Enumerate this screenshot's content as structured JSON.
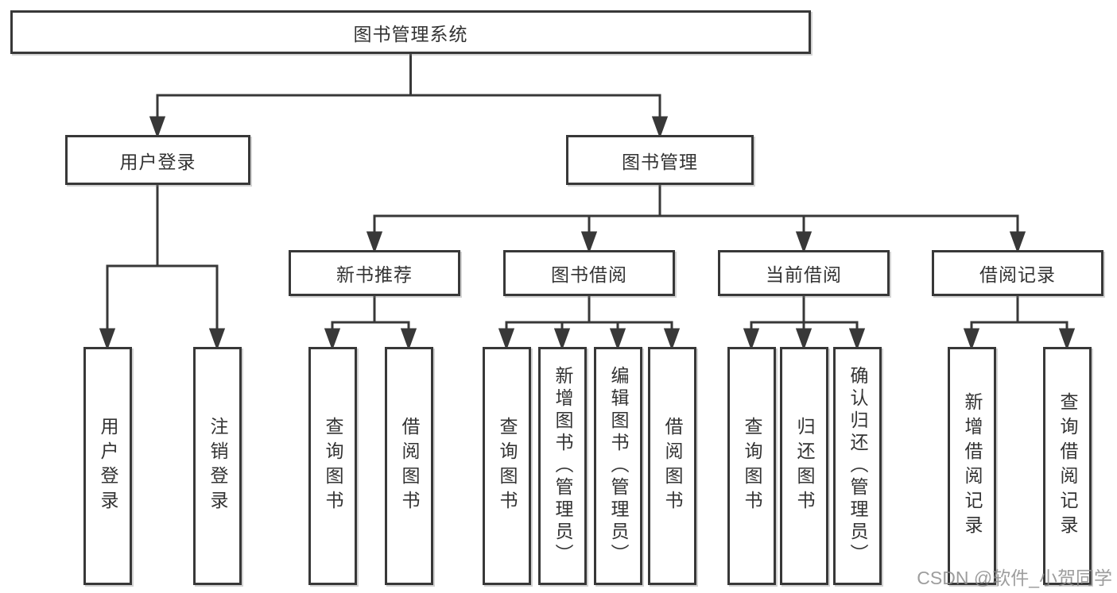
{
  "tree": {
    "root": {
      "label": "图书管理系统"
    },
    "branches": [
      {
        "label": "用户登录",
        "children": [
          {
            "label": "用户登录"
          },
          {
            "label": "注销登录"
          }
        ]
      },
      {
        "label": "图书管理",
        "children": [
          {
            "label": "新书推荐",
            "children": [
              {
                "label": "查询图书"
              },
              {
                "label": "借阅图书"
              }
            ]
          },
          {
            "label": "图书借阅",
            "children": [
              {
                "label": "查询图书"
              },
              {
                "label": "新增图书（管理员）"
              },
              {
                "label": "编辑图书（管理员）"
              },
              {
                "label": "借阅图书"
              }
            ]
          },
          {
            "label": "当前借阅",
            "children": [
              {
                "label": "查询图书"
              },
              {
                "label": "归还图书"
              },
              {
                "label": "确认归还（管理员）"
              }
            ]
          },
          {
            "label": "借阅记录",
            "children": [
              {
                "label": "新增借阅记录"
              },
              {
                "label": "查询借阅记录"
              }
            ]
          }
        ]
      }
    ]
  },
  "watermark": "CSDN @软件_小贺同学",
  "colors": {
    "line": "#383838",
    "box_border": "#383838",
    "text": "#333333",
    "watermark": "#8c8c8c",
    "background": "#ffffff"
  }
}
